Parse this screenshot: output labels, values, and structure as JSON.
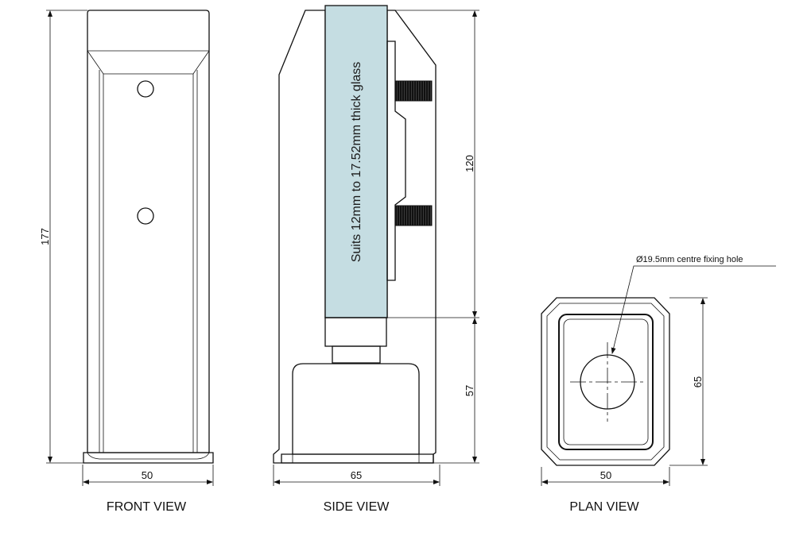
{
  "colors": {
    "glass": "#c5dde2",
    "line": "#111111",
    "thread": "#111111"
  },
  "front_view": {
    "caption": "FRONT VIEW",
    "height_label": "177",
    "width_label": "50"
  },
  "side_view": {
    "caption": "SIDE VIEW",
    "glass_note": "Suits 12mm to 17.52mm thick glass",
    "upper_label": "120",
    "lower_label": "57",
    "width_label": "65"
  },
  "plan_view": {
    "caption": "PLAN VIEW",
    "hole_note": "Ø19.5mm centre fixing hole",
    "height_label": "65",
    "width_label": "50"
  }
}
